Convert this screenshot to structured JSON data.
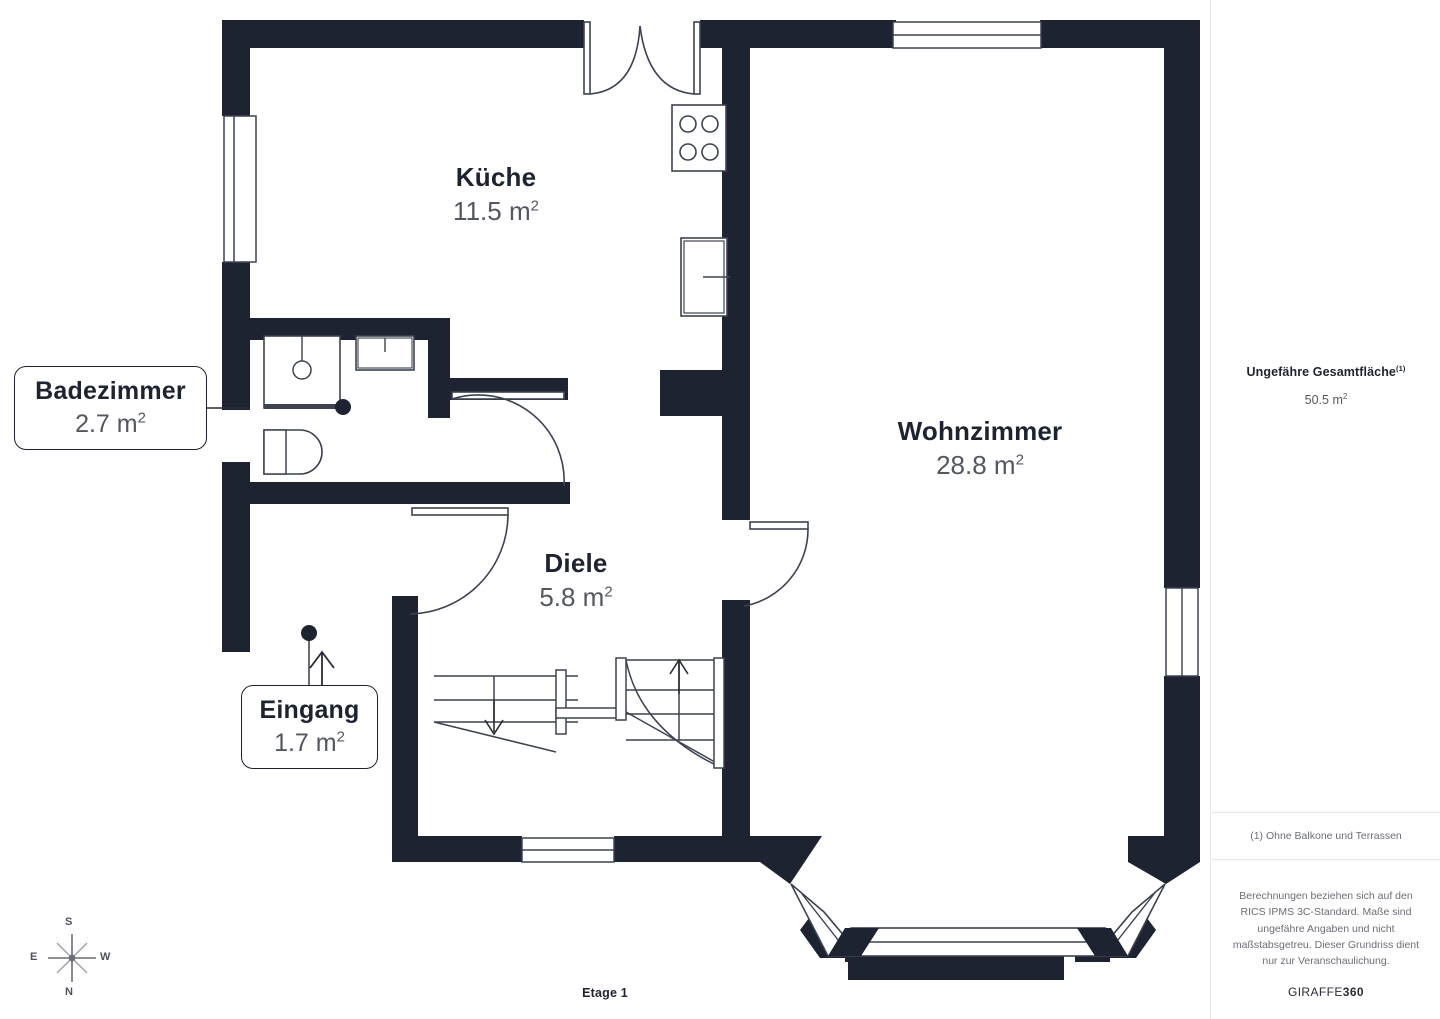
{
  "floor_plan": {
    "floor_caption": "Etage 1",
    "rooms": [
      {
        "id": "kueche",
        "name": "Küche",
        "area": "11.5 m",
        "unit_sup": "2",
        "label_style": "inline"
      },
      {
        "id": "wohnzimmer",
        "name": "Wohnzimmer",
        "area": "28.8 m",
        "unit_sup": "2",
        "label_style": "inline"
      },
      {
        "id": "diele",
        "name": "Diele",
        "area": "5.8 m",
        "unit_sup": "2",
        "label_style": "inline"
      },
      {
        "id": "badezimmer",
        "name": "Badezimmer",
        "area": "2.7 m",
        "unit_sup": "2",
        "label_style": "callout"
      },
      {
        "id": "eingang",
        "name": "Eingang",
        "area": "1.7 m",
        "unit_sup": "2",
        "label_style": "callout"
      }
    ],
    "fixtures": [
      "stove-4-burner",
      "refrigerator",
      "shower-with-drain",
      "washbasin",
      "toilet",
      "staircase-down",
      "staircase-up",
      "bay-window",
      "double-door",
      "entrance-arrow"
    ],
    "colors": {
      "wall": "#1d2330",
      "line": "#3c4250",
      "text_primary": "#1d2330",
      "text_secondary": "#53575f",
      "panel_border": "#e6e6e8",
      "background": "#ffffff"
    }
  },
  "compass": {
    "top": "S",
    "bottom": "N",
    "left": "E",
    "right": "W"
  },
  "info_panel": {
    "total_area_title": "Ungefähre Gesamtfläche",
    "total_area_title_sup": "(1)",
    "total_area_value": "50.5 m",
    "total_area_value_sup": "2",
    "footnote": "(1) Ohne Balkone und Terrassen",
    "disclaimer": "Berechnungen beziehen sich auf den RICS IPMS 3C-Standard. Maße sind ungefähre Angaben und nicht maßstabsgetreu. Dieser Grundriss dient nur zur Veranschaulichung.",
    "brand_light": "GIRAFFE",
    "brand_bold": "360"
  }
}
